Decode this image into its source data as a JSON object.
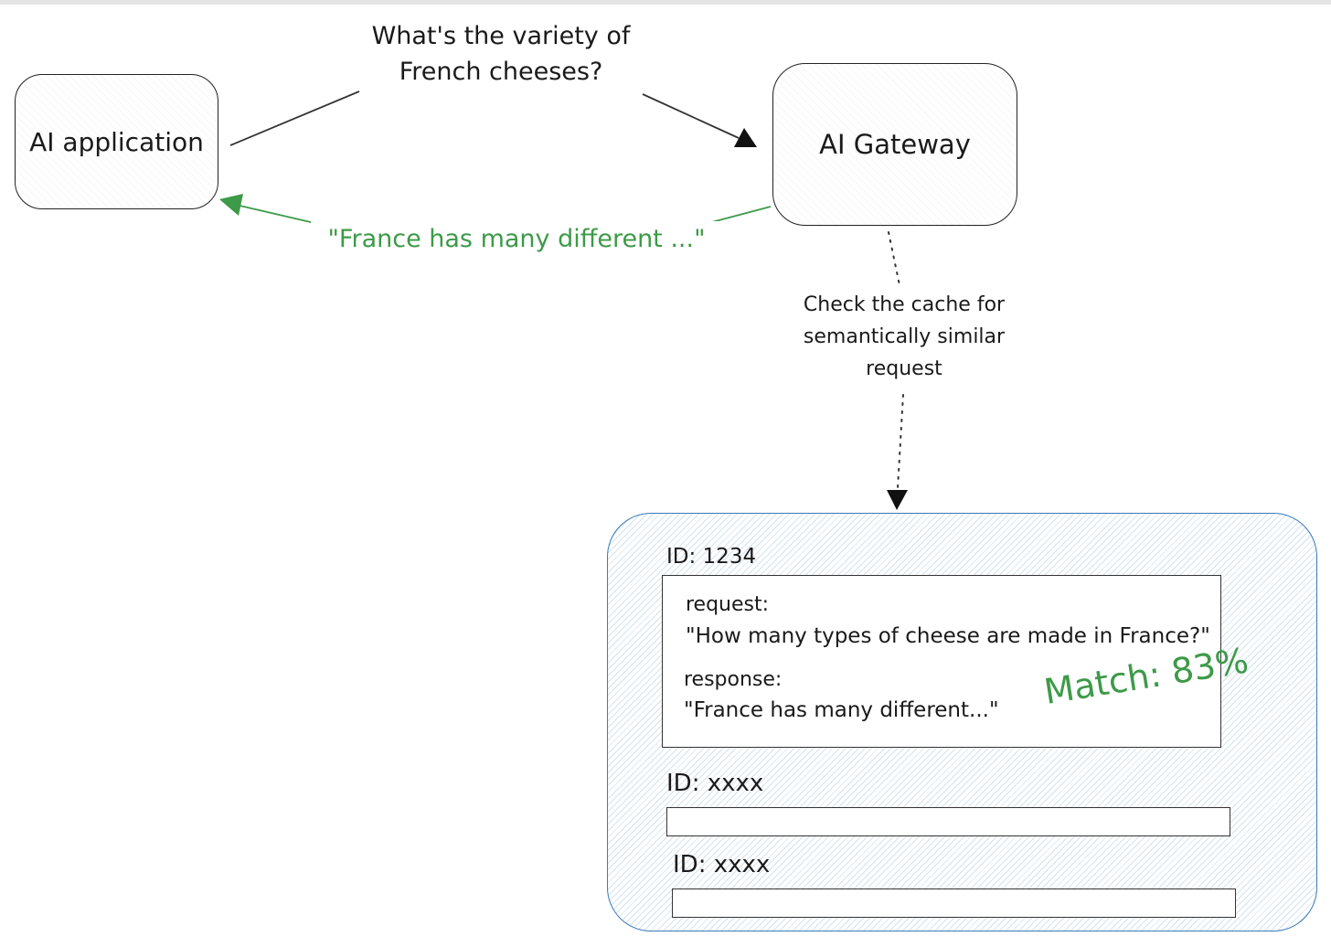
{
  "diagram": {
    "nodes": {
      "app": "AI application",
      "gateway": "AI Gateway"
    },
    "edges": {
      "question": "What's the variety of French cheeses?",
      "response": "\"France has many different ...\"",
      "cache_check": "Check the cache for semantically similar request"
    },
    "cache": {
      "entries": [
        {
          "id": "ID: 1234",
          "request_label": "request:",
          "request_value": "\"How many types of cheese are made in France?\"",
          "response_label": "response:",
          "response_value": "\"France has many different...\""
        },
        {
          "id": "ID: xxxx"
        },
        {
          "id": "ID: xxxx"
        }
      ],
      "match": "Match: 83%"
    },
    "colors": {
      "response": "#3d9a48",
      "cache_border": "#3a7ab8",
      "stroke": "#222222"
    }
  }
}
